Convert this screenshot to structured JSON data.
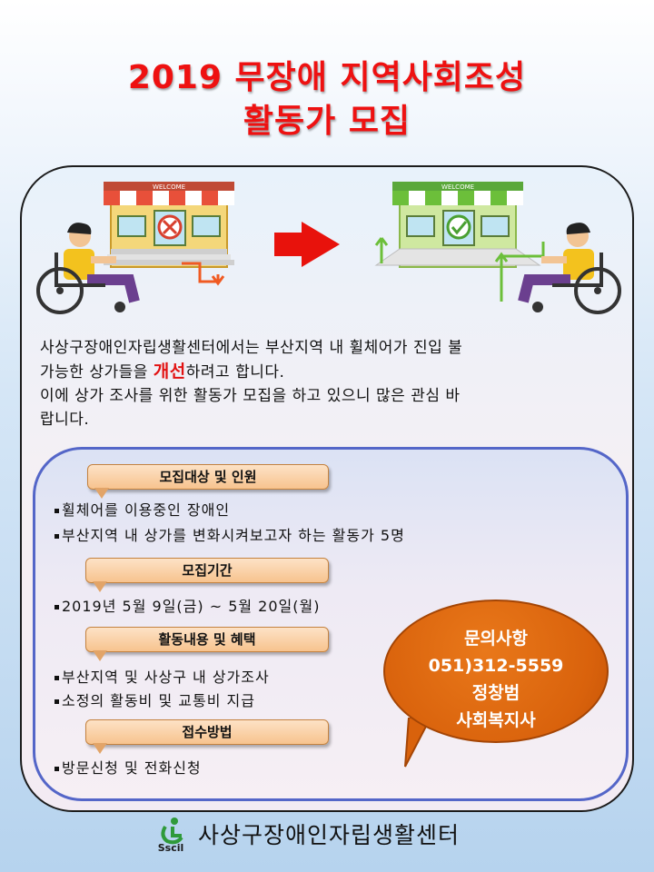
{
  "title": {
    "line1": "2019 무장애 지역사회조성",
    "line2": "활동가 모집"
  },
  "illustration": {
    "sign_left": "WELCOME",
    "sign_right": "WELCOME"
  },
  "intro": {
    "line1": "사상구장애인자립생활센터에서는 부산지역 내 휠체어가 진입 불",
    "line2_before": "가능한 상가들을 ",
    "line2_highlight": "개선",
    "line2_after": "하려고 합니다.",
    "line3": "이에 상가 조사를 위한 활동가 모집을 하고 있으니 많은 관심 바",
    "line4": "랍니다."
  },
  "sections": [
    {
      "heading": "모집대상 및 인원",
      "items": [
        "휠체어를 이용중인 장애인",
        "부산지역 내 상가를 변화시켜보고자 하는 활동가 5명"
      ]
    },
    {
      "heading": "모집기간",
      "items": [
        "2019년 5월 9일(금) ~ 5월 20일(월)"
      ]
    },
    {
      "heading": "활동내용 및 혜택",
      "items": [
        "부산지역 및 사상구 내 상가조사",
        "소정의 활동비 및 교통비 지급"
      ]
    },
    {
      "heading": "접수방법",
      "items": [
        "방문신청 및 전화신청"
      ]
    }
  ],
  "contact": {
    "label": "문의사항",
    "phone": "051)312-5559",
    "name": "정창범",
    "role": "사회복지사"
  },
  "footer": {
    "logo_text": "Sscil",
    "org_name": "사상구장애인자립생활센터"
  },
  "colors": {
    "title": "#ee1111",
    "highlight": "#e21212",
    "tag": "#f7c38e",
    "contact_bubble": "#d9620c",
    "inner_border": "#5466c8",
    "store_left_awning": "#e8503a",
    "store_right_awning": "#6cbf3a"
  }
}
